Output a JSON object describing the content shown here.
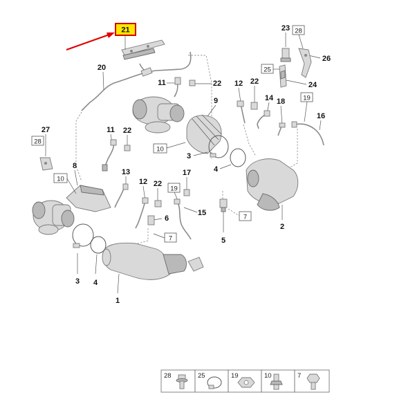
{
  "highlight": {
    "part": "21",
    "box_color": "#d40000",
    "fill_color": "#ffe600",
    "arrow_color": "#e00000"
  },
  "callouts": {
    "c21": "21",
    "c20": "20",
    "c11a": "11",
    "c22a": "22",
    "c9": "9",
    "c10a": "10",
    "c3a": "3",
    "c4a": "4",
    "c27": "27",
    "c28a": "28",
    "c8": "8",
    "c10b": "10",
    "c11b": "11",
    "c22b": "22",
    "c13": "13",
    "c12a": "12",
    "c22c": "22",
    "c17": "17",
    "c19a": "19",
    "c15": "15",
    "c6": "6",
    "c7a": "7",
    "c3b": "3",
    "c4b": "4",
    "c1": "1",
    "c23": "23",
    "c28b": "28",
    "c26": "26",
    "c25a": "25",
    "c24": "24",
    "c12b": "12",
    "c22d": "22",
    "c14": "14",
    "c18": "18",
    "c19b": "19",
    "c16": "16",
    "c2": "2",
    "c7b": "7",
    "c5": "5"
  },
  "legend": [
    {
      "id": "28",
      "icon": "flange-bolt-icon"
    },
    {
      "id": "25",
      "icon": "hose-clamp-icon"
    },
    {
      "id": "19",
      "icon": "nut-icon"
    },
    {
      "id": "10",
      "icon": "stud-bolt-icon"
    },
    {
      "id": "7",
      "icon": "hex-bolt-icon"
    }
  ]
}
